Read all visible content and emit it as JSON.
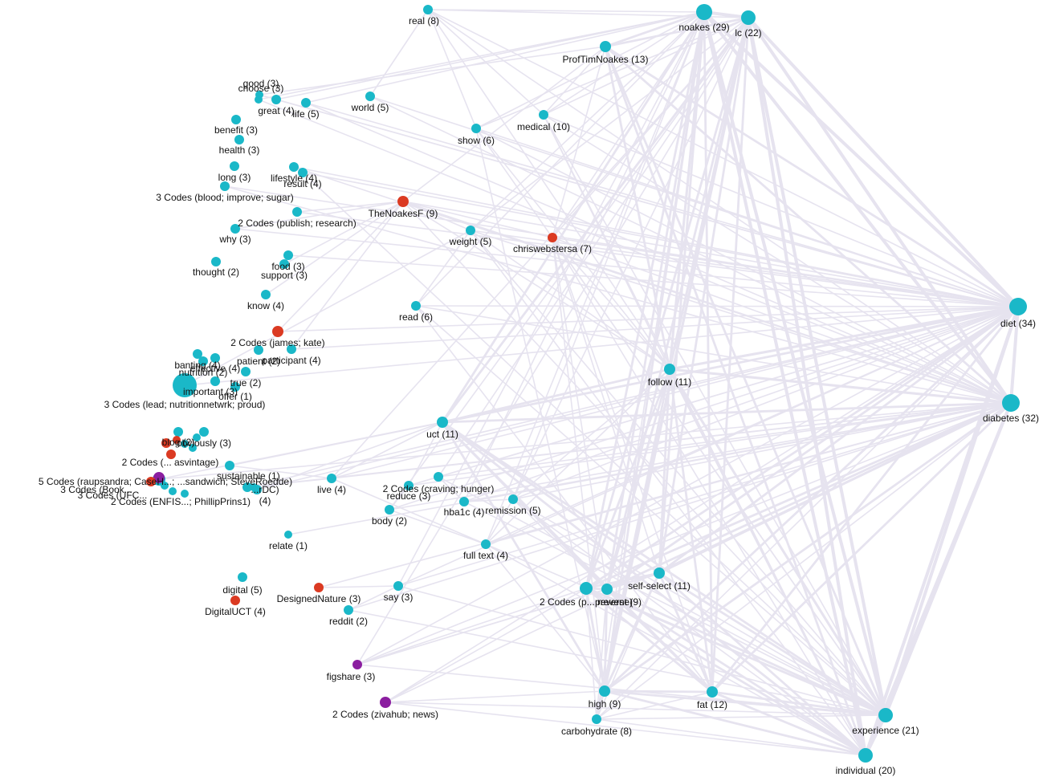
{
  "colors": {
    "teal": "#1ab8c8",
    "red": "#db3a22",
    "purple": "#8b1ea0",
    "edge": "#e6e3ef"
  },
  "nodes": [
    {
      "id": "noakes",
      "label": "noakes (29)",
      "color": "teal"
    },
    {
      "id": "lc",
      "label": "lc (22)",
      "color": "teal"
    },
    {
      "id": "real",
      "label": "real (8)",
      "color": "teal"
    },
    {
      "id": "proftim",
      "label": "ProfTimNoakes  (13)",
      "color": "teal"
    },
    {
      "id": "medical",
      "label": "medical (10)",
      "color": "teal"
    },
    {
      "id": "show",
      "label": "show (6)",
      "color": "teal"
    },
    {
      "id": "world",
      "label": "world (5)",
      "color": "teal"
    },
    {
      "id": "good",
      "label": "good (3)",
      "color": "teal"
    },
    {
      "id": "choose",
      "label": "choose (3)",
      "color": "teal"
    },
    {
      "id": "great",
      "label": "great (4)",
      "color": "teal"
    },
    {
      "id": "life",
      "label": "life (5)",
      "color": "teal"
    },
    {
      "id": "benefit",
      "label": "benefit (3)",
      "color": "teal"
    },
    {
      "id": "health",
      "label": "health (3)",
      "color": "teal"
    },
    {
      "id": "long",
      "label": "long (3)",
      "color": "teal"
    },
    {
      "id": "lifestyle",
      "label": "lifestyle (4)",
      "color": "teal"
    },
    {
      "id": "result",
      "label": "result (4)",
      "color": "teal"
    },
    {
      "id": "blood",
      "label": "3 Codes (blood; improve; sugar)",
      "color": "teal"
    },
    {
      "id": "noakesf",
      "label": "TheNoakesF (9)",
      "color": "red"
    },
    {
      "id": "publish",
      "label": "2 Codes (publish; research)",
      "color": "teal"
    },
    {
      "id": "why",
      "label": "why (3)",
      "color": "teal"
    },
    {
      "id": "weight",
      "label": "weight (5)",
      "color": "teal"
    },
    {
      "id": "chris",
      "label": "chriswebstersa (7)",
      "color": "red"
    },
    {
      "id": "thought",
      "label": "thought (2)",
      "color": "teal"
    },
    {
      "id": "food",
      "label": "food (3)",
      "color": "teal"
    },
    {
      "id": "support",
      "label": "support (3)",
      "color": "teal"
    },
    {
      "id": "know",
      "label": "know (4)",
      "color": "teal"
    },
    {
      "id": "read",
      "label": "read (6)",
      "color": "teal"
    },
    {
      "id": "diet",
      "label": "diet (34)",
      "color": "teal"
    },
    {
      "id": "jameskate",
      "label": "2 Codes (james; kate)",
      "color": "red"
    },
    {
      "id": "patient",
      "label": "patient (2)",
      "color": "teal"
    },
    {
      "id": "participant",
      "label": "participant (4)",
      "color": "teal"
    },
    {
      "id": "banting",
      "label": "banting (4)",
      "color": "teal"
    },
    {
      "id": "nutrition",
      "label": "nutrition (2)",
      "color": "teal"
    },
    {
      "id": "effective",
      "label": "effective (4)",
      "color": "teal"
    },
    {
      "id": "true",
      "label": "true (2)",
      "color": "teal"
    },
    {
      "id": "important",
      "label": "important (3)",
      "color": "teal"
    },
    {
      "id": "offer",
      "label": "offer (1)",
      "color": "teal"
    },
    {
      "id": "lead",
      "label": "3 Codes (lead; nutritionnetwrk; proud)",
      "color": "teal"
    },
    {
      "id": "follow",
      "label": "follow (11)",
      "color": "teal"
    },
    {
      "id": "diabetes",
      "label": "diabetes (32)",
      "color": "teal"
    },
    {
      "id": "uct",
      "label": "uct (11)",
      "color": "teal"
    },
    {
      "id": "blog",
      "label": "blog (2)",
      "color": "teal"
    },
    {
      "id": "obviously",
      "label": "obviously (3)",
      "color": "teal"
    },
    {
      "id": "five",
      "label": "5 Codes (raupsandra; CaseH...; ...sandwich; SteveRoedde)",
      "color": "teal"
    },
    {
      "id": "sustainable",
      "label": "sustainable (1)",
      "color": "teal"
    },
    {
      "id": "asvintage",
      "label": "2 Codes (... asvintage)",
      "color": "teal"
    },
    {
      "id": "threebook",
      "label": "3 Codes (Book...",
      "color": "teal"
    },
    {
      "id": "threeuf",
      "label": "3 Codes (UFC...",
      "color": "teal"
    },
    {
      "id": "twoend",
      "label": "2 Codes (ENFIS...; PhillipPrins1)",
      "color": "teal"
    },
    {
      "id": "dc",
      "label": "...rDC)",
      "color": "teal"
    },
    {
      "id": "four",
      "label": "(4)",
      "color": "teal"
    },
    {
      "id": "live",
      "label": "live (4)",
      "color": "teal"
    },
    {
      "id": "craving",
      "label": "2 Codes (craving; hunger)",
      "color": "teal"
    },
    {
      "id": "reduce",
      "label": "reduce (3)",
      "color": "teal"
    },
    {
      "id": "hba1c",
      "label": "hba1c (4)",
      "color": "teal"
    },
    {
      "id": "remission",
      "label": "remission (5)",
      "color": "teal"
    },
    {
      "id": "body",
      "label": "body (2)",
      "color": "teal"
    },
    {
      "id": "relate",
      "label": "relate (1)",
      "color": "teal"
    },
    {
      "id": "fulltext",
      "label": "full text (4)",
      "color": "teal"
    },
    {
      "id": "selfselect",
      "label": "self-select (11)",
      "color": "teal"
    },
    {
      "id": "twocodes2",
      "label": "2 Codes (p... reverse)",
      "color": "teal"
    },
    {
      "id": "prevent",
      "label": "prevent (9)",
      "color": "teal"
    },
    {
      "id": "digital",
      "label": "digital (5)",
      "color": "teal"
    },
    {
      "id": "digitaluct",
      "label": "DigitalUCT (4)",
      "color": "red"
    },
    {
      "id": "designed",
      "label": "DesignedNature (3)",
      "color": "red"
    },
    {
      "id": "say",
      "label": "say (3)",
      "color": "teal"
    },
    {
      "id": "reddit",
      "label": "reddit (2)",
      "color": "teal"
    },
    {
      "id": "figshare",
      "label": "figshare (3)",
      "color": "purple"
    },
    {
      "id": "zivahub",
      "label": "2 Codes (zivahub; news)",
      "color": "purple"
    },
    {
      "id": "high",
      "label": "high (9)",
      "color": "teal"
    },
    {
      "id": "fat",
      "label": "fat (12)",
      "color": "teal"
    },
    {
      "id": "carbohydrate",
      "label": "carbohydrate (8)",
      "color": "teal"
    },
    {
      "id": "experience",
      "label": "experience (21)",
      "color": "teal"
    },
    {
      "id": "individual",
      "label": "individual (20)",
      "color": "teal"
    },
    {
      "id": "c1",
      "label": "",
      "color": "red"
    },
    {
      "id": "c2",
      "label": "",
      "color": "red"
    },
    {
      "id": "c3",
      "label": "",
      "color": "purple"
    },
    {
      "id": "c4",
      "label": "",
      "color": "red"
    },
    {
      "id": "c5",
      "label": "",
      "color": "red"
    },
    {
      "id": "c6",
      "label": "",
      "color": "teal"
    },
    {
      "id": "c7",
      "label": "",
      "color": "teal"
    },
    {
      "id": "c8",
      "label": "",
      "color": "teal"
    }
  ],
  "edges": [
    [
      "noakes",
      "lc"
    ],
    [
      "noakes",
      "real"
    ],
    [
      "noakes",
      "proftim"
    ],
    [
      "noakes",
      "medical"
    ],
    [
      "noakes",
      "show"
    ],
    [
      "noakes",
      "diet"
    ],
    [
      "noakes",
      "diabetes"
    ],
    [
      "noakes",
      "follow"
    ],
    [
      "noakes",
      "uct"
    ],
    [
      "noakes",
      "weight"
    ],
    [
      "noakes",
      "chris"
    ],
    [
      "noakes",
      "experience"
    ],
    [
      "noakes",
      "individual"
    ],
    [
      "noakes",
      "high"
    ],
    [
      "noakes",
      "fat"
    ],
    [
      "noakes",
      "carbohydrate"
    ],
    [
      "noakes",
      "selfselect"
    ],
    [
      "noakes",
      "prevent"
    ],
    [
      "noakes",
      "twocodes2"
    ],
    [
      "noakes",
      "read"
    ],
    [
      "noakes",
      "hba1c"
    ],
    [
      "noakes",
      "remission"
    ],
    [
      "noakes",
      "fulltext"
    ],
    [
      "noakes",
      "say"
    ],
    [
      "noakes",
      "great"
    ],
    [
      "noakes",
      "choose"
    ],
    [
      "noakes",
      "life"
    ],
    [
      "lc",
      "real"
    ],
    [
      "lc",
      "proftim"
    ],
    [
      "lc",
      "diet"
    ],
    [
      "lc",
      "diabetes"
    ],
    [
      "lc",
      "follow"
    ],
    [
      "lc",
      "experience"
    ],
    [
      "lc",
      "individual"
    ],
    [
      "lc",
      "high"
    ],
    [
      "lc",
      "fat"
    ],
    [
      "lc",
      "carbohydrate"
    ],
    [
      "lc",
      "selfselect"
    ],
    [
      "lc",
      "prevent"
    ],
    [
      "lc",
      "twocodes2"
    ],
    [
      "lc",
      "weight"
    ],
    [
      "lc",
      "chris"
    ],
    [
      "lc",
      "uct"
    ],
    [
      "lc",
      "remission"
    ],
    [
      "lc",
      "craving"
    ],
    [
      "lc",
      "live"
    ],
    [
      "lc",
      "body"
    ],
    [
      "lc",
      "medical"
    ],
    [
      "lc",
      "show"
    ],
    [
      "lc",
      "figshare"
    ],
    [
      "real",
      "diet"
    ],
    [
      "real",
      "show"
    ],
    [
      "real",
      "medical"
    ],
    [
      "real",
      "world"
    ],
    [
      "real",
      "follow"
    ],
    [
      "real",
      "diabetes"
    ],
    [
      "proftim",
      "diet"
    ],
    [
      "proftim",
      "diabetes"
    ],
    [
      "proftim",
      "noakesf"
    ],
    [
      "proftim",
      "chris"
    ],
    [
      "proftim",
      "follow"
    ],
    [
      "proftim",
      "experience"
    ],
    [
      "proftim",
      "good"
    ],
    [
      "proftim",
      "individual"
    ],
    [
      "proftim",
      "medical"
    ],
    [
      "medical",
      "diet"
    ],
    [
      "medical",
      "diabetes"
    ],
    [
      "medical",
      "experience"
    ],
    [
      "medical",
      "individual"
    ],
    [
      "medical",
      "follow"
    ],
    [
      "show",
      "diet"
    ],
    [
      "show",
      "diabetes"
    ],
    [
      "show",
      "follow"
    ],
    [
      "show",
      "experience"
    ],
    [
      "show",
      "high"
    ],
    [
      "world",
      "diet"
    ],
    [
      "world",
      "diabetes"
    ],
    [
      "life",
      "diet"
    ],
    [
      "life",
      "diabetes"
    ],
    [
      "great",
      "diet"
    ],
    [
      "choose",
      "diabetes"
    ],
    [
      "good",
      "diet"
    ],
    [
      "lifestyle",
      "diet"
    ],
    [
      "lifestyle",
      "diabetes"
    ],
    [
      "result",
      "diet"
    ],
    [
      "result",
      "experience"
    ],
    [
      "blood",
      "diabetes"
    ],
    [
      "blood",
      "diet"
    ],
    [
      "noakesf",
      "diet"
    ],
    [
      "noakesf",
      "diabetes"
    ],
    [
      "noakesf",
      "chris"
    ],
    [
      "noakesf",
      "follow"
    ],
    [
      "noakesf",
      "weight"
    ],
    [
      "noakesf",
      "experience"
    ],
    [
      "publish",
      "diet"
    ],
    [
      "publish",
      "noakesf"
    ],
    [
      "why",
      "diet"
    ],
    [
      "why",
      "noakesf"
    ],
    [
      "food",
      "diet"
    ],
    [
      "support",
      "noakesf"
    ],
    [
      "know",
      "noakesf"
    ],
    [
      "weight",
      "diet"
    ],
    [
      "weight",
      "diabetes"
    ],
    [
      "weight",
      "follow"
    ],
    [
      "weight",
      "experience"
    ],
    [
      "weight",
      "individual"
    ],
    [
      "weight",
      "read"
    ],
    [
      "chris",
      "diet"
    ],
    [
      "chris",
      "diabetes"
    ],
    [
      "chris",
      "follow"
    ],
    [
      "chris",
      "experience"
    ],
    [
      "chris",
      "individual"
    ],
    [
      "chris",
      "high"
    ],
    [
      "chris",
      "fat"
    ],
    [
      "chris",
      "selfselect"
    ],
    [
      "chris",
      "prevent"
    ],
    [
      "read",
      "diet"
    ],
    [
      "read",
      "diabetes"
    ],
    [
      "read",
      "experience"
    ],
    [
      "read",
      "fat"
    ],
    [
      "diet",
      "diabetes"
    ],
    [
      "diet",
      "follow"
    ],
    [
      "diet",
      "experience"
    ],
    [
      "diet",
      "individual"
    ],
    [
      "diet",
      "high"
    ],
    [
      "diet",
      "fat"
    ],
    [
      "diet",
      "carbohydrate"
    ],
    [
      "diet",
      "selfselect"
    ],
    [
      "diet",
      "prevent"
    ],
    [
      "diet",
      "twocodes2"
    ],
    [
      "diet",
      "uct"
    ],
    [
      "diet",
      "live"
    ],
    [
      "diet",
      "craving"
    ],
    [
      "diet",
      "reduce"
    ],
    [
      "diet",
      "hba1c"
    ],
    [
      "diet",
      "remission"
    ],
    [
      "diet",
      "body"
    ],
    [
      "diet",
      "fulltext"
    ],
    [
      "diet",
      "say"
    ],
    [
      "diet",
      "figshare"
    ],
    [
      "diet",
      "zivahub"
    ],
    [
      "diet",
      "sustainable"
    ],
    [
      "diet",
      "dc"
    ],
    [
      "diet",
      "four"
    ],
    [
      "diet",
      "five"
    ],
    [
      "diet",
      "lead"
    ],
    [
      "diet",
      "jameskate"
    ],
    [
      "diet",
      "participant"
    ],
    [
      "diabetes",
      "follow"
    ],
    [
      "diabetes",
      "experience"
    ],
    [
      "diabetes",
      "individual"
    ],
    [
      "diabetes",
      "high"
    ],
    [
      "diabetes",
      "fat"
    ],
    [
      "diabetes",
      "carbohydrate"
    ],
    [
      "diabetes",
      "selfselect"
    ],
    [
      "diabetes",
      "prevent"
    ],
    [
      "diabetes",
      "twocodes2"
    ],
    [
      "diabetes",
      "uct"
    ],
    [
      "diabetes",
      "live"
    ],
    [
      "diabetes",
      "craving"
    ],
    [
      "diabetes",
      "reduce"
    ],
    [
      "diabetes",
      "hba1c"
    ],
    [
      "diabetes",
      "remission"
    ],
    [
      "diabetes",
      "body"
    ],
    [
      "diabetes",
      "fulltext"
    ],
    [
      "diabetes",
      "say"
    ],
    [
      "diabetes",
      "reddit"
    ],
    [
      "diabetes",
      "zivahub"
    ],
    [
      "diabetes",
      "figshare"
    ],
    [
      "diabetes",
      "designed"
    ],
    [
      "diabetes",
      "five"
    ],
    [
      "diabetes",
      "dc"
    ],
    [
      "follow",
      "experience"
    ],
    [
      "follow",
      "individual"
    ],
    [
      "follow",
      "high"
    ],
    [
      "follow",
      "fat"
    ],
    [
      "follow",
      "carbohydrate"
    ],
    [
      "follow",
      "selfselect"
    ],
    [
      "follow",
      "prevent"
    ],
    [
      "follow",
      "uct"
    ],
    [
      "follow",
      "fulltext"
    ],
    [
      "follow",
      "remission"
    ],
    [
      "follow",
      "twocodes2"
    ],
    [
      "uct",
      "experience"
    ],
    [
      "uct",
      "individual"
    ],
    [
      "uct",
      "high"
    ],
    [
      "uct",
      "fat"
    ],
    [
      "uct",
      "selfselect"
    ],
    [
      "uct",
      "prevent"
    ],
    [
      "uct",
      "live"
    ],
    [
      "uct",
      "reduce"
    ],
    [
      "experience",
      "individual"
    ],
    [
      "experience",
      "high"
    ],
    [
      "experience",
      "fat"
    ],
    [
      "experience",
      "carbohydrate"
    ],
    [
      "experience",
      "selfselect"
    ],
    [
      "experience",
      "prevent"
    ],
    [
      "experience",
      "twocodes2"
    ],
    [
      "experience",
      "say"
    ],
    [
      "experience",
      "fulltext"
    ],
    [
      "experience",
      "remission"
    ],
    [
      "experience",
      "hba1c"
    ],
    [
      "experience",
      "craving"
    ],
    [
      "experience",
      "reddit"
    ],
    [
      "experience",
      "zivahub"
    ],
    [
      "experience",
      "figshare"
    ],
    [
      "individual",
      "high"
    ],
    [
      "individual",
      "fat"
    ],
    [
      "individual",
      "carbohydrate"
    ],
    [
      "individual",
      "selfselect"
    ],
    [
      "individual",
      "prevent"
    ],
    [
      "individual",
      "twocodes2"
    ],
    [
      "individual",
      "zivahub"
    ],
    [
      "individual",
      "fulltext"
    ],
    [
      "individual",
      "remission"
    ],
    [
      "high",
      "fat"
    ],
    [
      "high",
      "carbohydrate"
    ],
    [
      "high",
      "selfselect"
    ],
    [
      "high",
      "prevent"
    ],
    [
      "high",
      "twocodes2"
    ],
    [
      "high",
      "fulltext"
    ],
    [
      "fat",
      "carbohydrate"
    ],
    [
      "fat",
      "selfselect"
    ],
    [
      "fat",
      "prevent"
    ],
    [
      "fat",
      "twocodes2"
    ],
    [
      "fat",
      "remission"
    ],
    [
      "carbohydrate",
      "selfselect"
    ],
    [
      "carbohydrate",
      "prevent"
    ],
    [
      "carbohydrate",
      "twocodes2"
    ],
    [
      "selfselect",
      "prevent"
    ],
    [
      "selfselect",
      "twocodes2"
    ],
    [
      "prevent",
      "twocodes2"
    ],
    [
      "craving",
      "reduce"
    ],
    [
      "craving",
      "hba1c"
    ],
    [
      "hba1c",
      "remission"
    ],
    [
      "remission",
      "fulltext"
    ],
    [
      "reduce",
      "body"
    ],
    [
      "body",
      "fulltext"
    ],
    [
      "say",
      "reddit"
    ],
    [
      "say",
      "designed"
    ],
    [
      "live",
      "fulltext"
    ],
    [
      "zivahub",
      "twocodes2"
    ],
    [
      "zivahub",
      "high"
    ],
    [
      "figshare",
      "twocodes2"
    ],
    [
      "figshare",
      "selfselect"
    ],
    [
      "figshare",
      "prevent"
    ],
    [
      "dc",
      "live"
    ],
    [
      "sustainable",
      "live"
    ],
    [
      "four",
      "uct"
    ],
    [
      "relate",
      "diabetes"
    ],
    [
      "lead",
      "weight"
    ],
    [
      "jameskate",
      "noakesf"
    ],
    [
      "participant",
      "noakesf"
    ]
  ]
}
